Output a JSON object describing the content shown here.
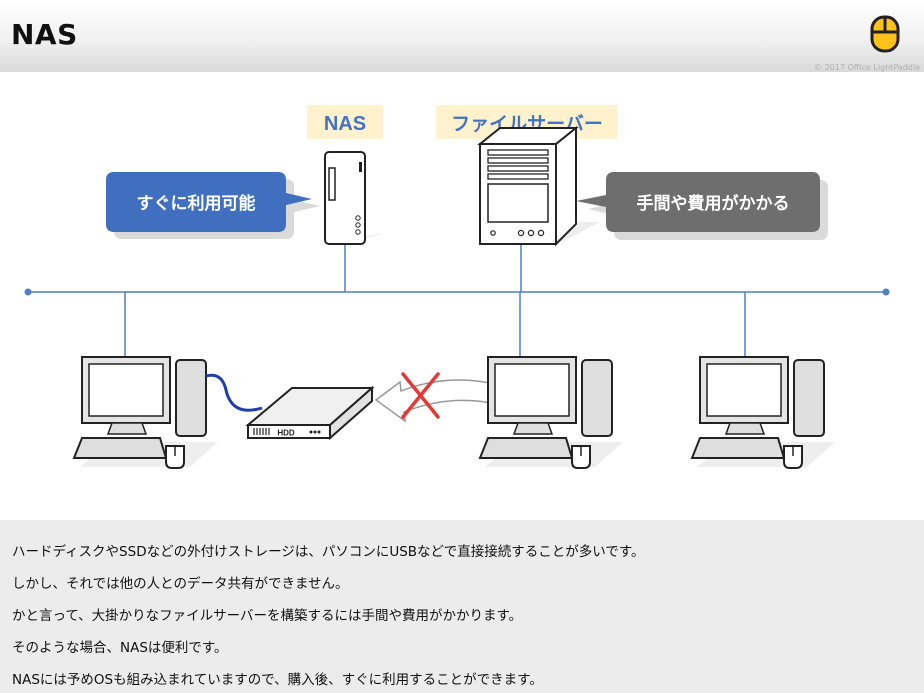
{
  "header": {
    "title": "NAS",
    "copyright": "© 2017 Office LightPaddle",
    "logo_icon": "mouse-icon"
  },
  "diagram": {
    "nas_label": "NAS",
    "fileserver_label": "ファイルサーバー",
    "nas_callout": "すぐに利用可能",
    "fileserver_callout": "手間や費用がかかる",
    "hdd_label": "HDD",
    "colors": {
      "network": "#4f7fc4",
      "nas_callout": "#3f6fbe",
      "fileserver_callout": "#6e6e6e",
      "label_bg": "#fff2cc",
      "label_text": "#4472c4",
      "cross": "#e53935",
      "cable": "#1f3fa8"
    }
  },
  "description": {
    "lines": [
      "ハードディスクやSSDなどの外付けストレージは、パソコンにUSBなどで直接接続することが多いです。",
      "しかし、それでは他の人とのデータ共有ができません。",
      "かと言って、大掛かりなファイルサーバーを構築するには手間や費用がかかります。",
      "そのような場合、NASは便利です。",
      "NASには予めOSも組み込まれていますので、購入後、すぐに利用することができます。"
    ]
  }
}
